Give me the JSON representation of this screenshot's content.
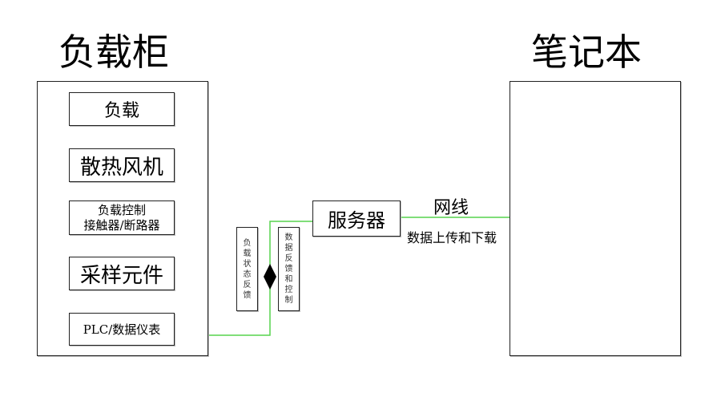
{
  "titles": {
    "left": "负载柜",
    "right": "笔记本"
  },
  "boxes": {
    "load": "负载",
    "fan": "散热风机",
    "control_line1": "负载控制",
    "control_line2": "接触器/断路器",
    "sampling": "采样元件",
    "plc": "PLC/数据仪表",
    "server": "服务器"
  },
  "links": {
    "network": "网线",
    "network_desc": "数据上传和下载",
    "feedback_left": [
      "负",
      "载",
      "状",
      "态",
      "反",
      "馈"
    ],
    "feedback_right": [
      "数",
      "据",
      "反",
      "馈",
      "和",
      "控",
      "制"
    ]
  },
  "colors": {
    "red_line": "#e0463c",
    "green_line": "#56d34d",
    "border": "#222222"
  }
}
